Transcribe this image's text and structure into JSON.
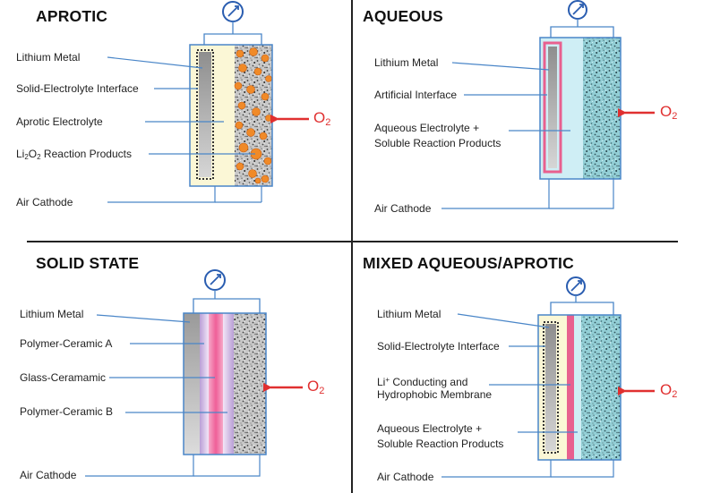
{
  "panels": {
    "aprotic": {
      "title": "APROTIC",
      "labels": {
        "lithium_metal": "Lithium Metal",
        "sei": "Solid-Electrolyte Interface",
        "electrolyte": "Aprotic Electrolyte",
        "reaction_pre": "Li",
        "reaction_sub1": "2",
        "reaction_mid": "O",
        "reaction_sub2": "2",
        "reaction_post": " Reaction Products",
        "air_cathode": "Air Cathode"
      },
      "o2": "O",
      "o2_sub": "2"
    },
    "aqueous": {
      "title": "AQUEOUS",
      "labels": {
        "lithium_metal": "Lithium Metal",
        "interface": "Artificial Interface",
        "electrolyte_1": "Aqueous Electrolyte +",
        "electrolyte_2": "Soluble Reaction Products",
        "air_cathode": "Air Cathode"
      },
      "o2": "O",
      "o2_sub": "2"
    },
    "solid_state": {
      "title": "SOLID STATE",
      "labels": {
        "lithium_metal": "Lithium Metal",
        "polymer_a": "Polymer-Ceramic  A",
        "glass": "Glass-Ceramamic",
        "polymer_b": "Polymer-Ceramic B",
        "air_cathode": "Air Cathode"
      },
      "o2": "O",
      "o2_sub": "2"
    },
    "mixed": {
      "title": "MIXED AQUEOUS/APROTIC",
      "labels": {
        "lithium_metal": "Lithium Metal",
        "sei": "Solid-Electrolyte Interface",
        "membrane_pre": "Li",
        "membrane_sup": "+",
        "membrane_1": " Conducting  and",
        "membrane_2": "Hydrophobic Membrane",
        "electrolyte_1": "Aqueous Electrolyte +",
        "electrolyte_2": "Soluble Reaction Products",
        "air_cathode": "Air Cathode"
      },
      "o2": "O",
      "o2_sub": "2"
    }
  },
  "colors": {
    "line_blue": "#4a86c8",
    "arrow_red": "#e03030",
    "meter_blue": "#2a5db0",
    "lithium_gray": "#9a9a9a",
    "aprotic_yellow": "#fbf7d6",
    "aqueous_blue": "#cfeef5",
    "interface_pink": "#e8608f",
    "reaction_orange": "#f08a28",
    "cathode_gray": "#c9c9c9",
    "cathode_teal": "#8fd0d8"
  }
}
